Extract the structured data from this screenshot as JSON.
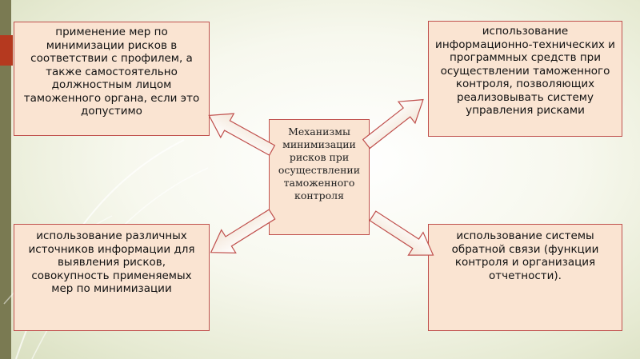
{
  "center": {
    "text": "Механизмы минимизации рисков при осуществлении таможенного контроля"
  },
  "boxes": {
    "top_left": {
      "text": "применение мер по минимизации рисков в соответствии с профилем, а также самостоятельно должностным лицом таможенного органа, если это допустимо"
    },
    "top_right": {
      "text": "использование информационно-технических и программных средств при осуществлении таможенного контроля, позволяющих реализовывать систему управления рисками"
    },
    "bottom_left": {
      "text": "использование различных источников информации для выявления рисков, совокупность применяемых мер по минимизации"
    },
    "bottom_right": {
      "text": "использование системы обратной связи (функции контроля и организация отчетности)."
    }
  },
  "colors": {
    "box_fill": "#fae4d2",
    "box_border": "#c0504d",
    "strip": "#7a7a52",
    "accent": "#b5391f"
  }
}
